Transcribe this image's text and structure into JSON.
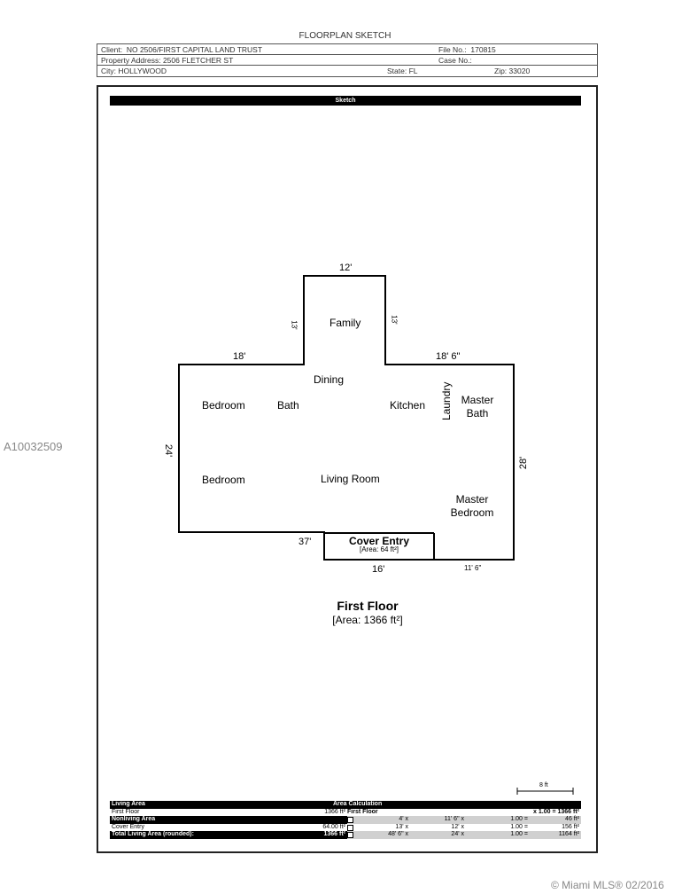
{
  "header": {
    "title": "FLOORPLAN SKETCH",
    "client_label": "Client:",
    "client": "NO 2506/FIRST CAPITAL LAND TRUST",
    "file_label": "File No.:",
    "file_no": "170815",
    "address_label": "Property Address:",
    "address": "2506 FLETCHER ST",
    "case_label": "Case No.:",
    "city_label": "City:",
    "city": "HOLLYWOOD",
    "state_label": "State:",
    "state": "FL",
    "zip_label": "Zip:",
    "zip": "33020"
  },
  "sketch_label": "Sketch",
  "rooms": {
    "family": "Family",
    "dining": "Dining",
    "bedroom1": "Bedroom",
    "bath": "Bath",
    "kitchen": "Kitchen",
    "laundry": "Laundry",
    "master_bath": "Master Bath",
    "bedroom2": "Bedroom",
    "living": "Living Room",
    "master_bedroom": "Master Bedroom",
    "cover_entry": "Cover Entry",
    "cover_area": "[Area: 64 ft²]"
  },
  "dims": {
    "top": "12'",
    "family_left": "13'",
    "family_right": "13'",
    "left_top": "18'",
    "right_top": "18' 6\"",
    "left": "24'",
    "right": "28'",
    "bottom_left": "37'",
    "entry_bottom": "16'",
    "bottom_right": "11' 6\""
  },
  "floor": {
    "name": "First Floor",
    "area": "[Area: 1366 ft²]"
  },
  "scale": "8 ft",
  "table": {
    "living_area": "Living Area",
    "area_calc": "Area Calculation",
    "first_floor": "First Floor",
    "first_floor_area": "1366 ft²",
    "first_floor_calc": "First Floor",
    "first_floor_total": "x 1.00 = 1366 ft²",
    "nonliving": "Nonliving Area",
    "r1": [
      "4' x",
      "11' 6\" x",
      "1.00 =",
      "46 ft²"
    ],
    "cover": "Cover Entry",
    "cover_area": "64.00 ft²",
    "r2": [
      "13' x",
      "12' x",
      "1.00 =",
      "156 ft²"
    ],
    "total": "Total Living Area (rounded):",
    "total_area": "1366 ft²",
    "r3": [
      "48' 6\" x",
      "24' x",
      "1.00 =",
      "1164 ft²"
    ]
  },
  "watermark": "A10032509",
  "copyright": "© Miami MLS® 02/2016"
}
